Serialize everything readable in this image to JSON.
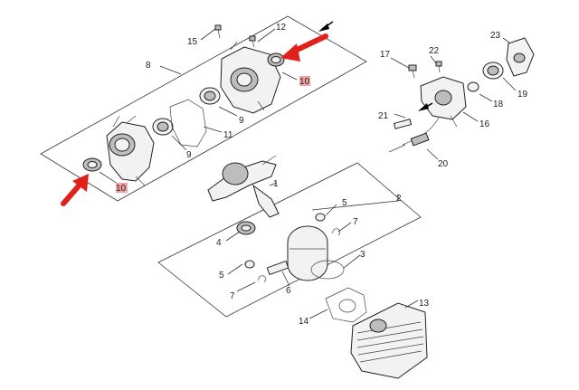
{
  "colors": {
    "arrow": "#e0201b",
    "highlight": "#f3a3a3",
    "line": "#333333"
  },
  "labels": {
    "l1": "1",
    "l2": "2",
    "l3": "3",
    "l4": "4",
    "l5a": "5",
    "l5b": "5",
    "l6": "6",
    "l7a": "7",
    "l7b": "7",
    "l8": "8",
    "l9a": "9",
    "l9b": "9",
    "l10a": "10",
    "l10b": "10",
    "l11": "11",
    "l12": "12",
    "l13": "13",
    "l14": "14",
    "l15": "15",
    "l16": "16",
    "l17": "17",
    "l18": "18",
    "l19": "19",
    "l20": "20",
    "l21": "21",
    "l22": "22",
    "l23": "23"
  },
  "icons": {
    "pointer": "red-arrow-icon"
  }
}
